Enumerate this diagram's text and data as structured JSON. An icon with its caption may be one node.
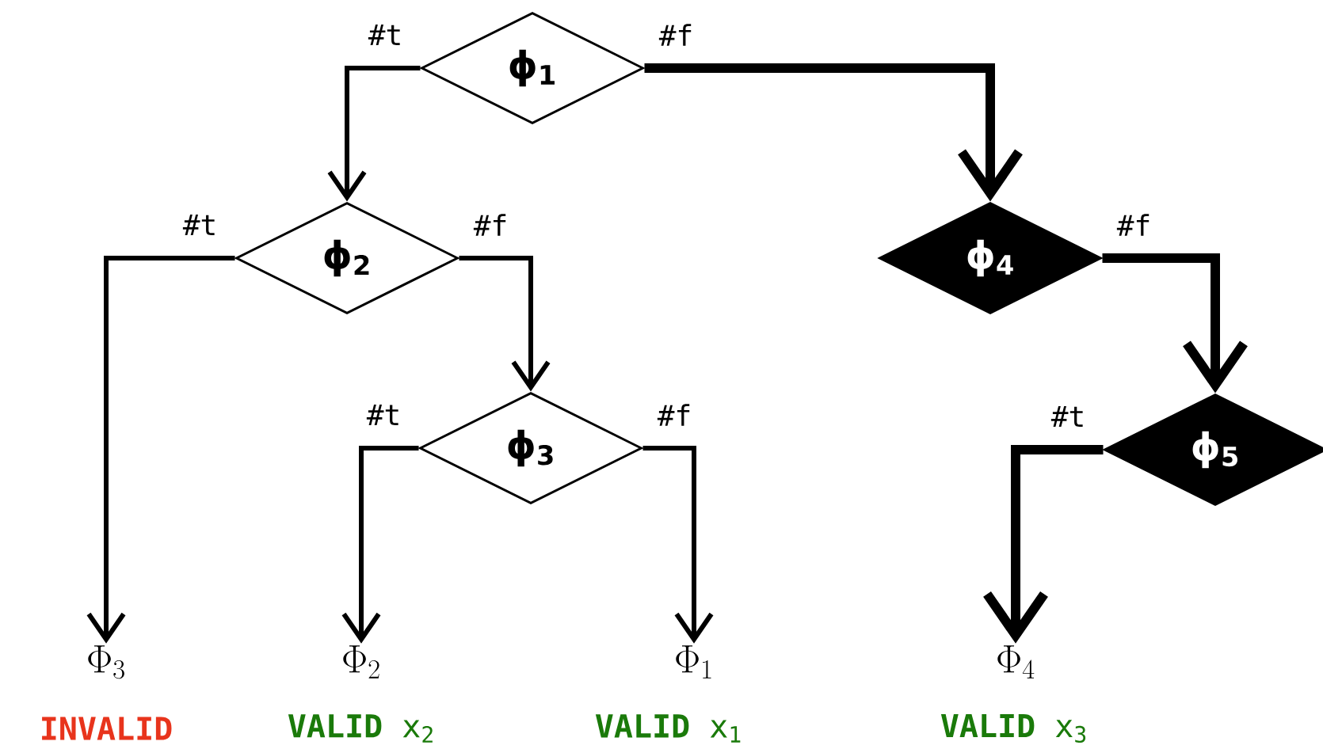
{
  "diagram": {
    "nodes": [
      {
        "text": [
          "ϕ$_{1}$"
        ]
      },
      {
        "text": [
          "ϕ$_{2}$"
        ]
      },
      {
        "text": [
          "ϕ$_{4}$"
        ]
      },
      {
        "text": [
          "ϕ$_{3}$"
        ]
      },
      {
        "text": [
          "ϕ$_{5}$"
        ]
      },
      {
        "text": [
          "\\Phi_{3}"
        ],
        "beside": [
          "INVALID"
        ]
      },
      {
        "text": [
          "\\Phi_{2}"
        ],
        "beside": [
          "**VALID** x$_{2}$"
        ]
      },
      {
        "text": [
          "\\Phi_{1}"
        ],
        "beside": [
          "**VALID** x$_{1}$"
        ]
      },
      {
        "text": [
          "\\Phi_{4}"
        ],
        "beside": [
          "**VALID** x$_{3}$"
        ]
      }
    ],
    "edges": [
      {
        "from": 0,
        "to": 1,
        "arrow": "to",
        "label": "#t"
      },
      {
        "from": 0,
        "to": 2,
        "arrow": "to",
        "label": "#f",
        "style": "thick"
      },
      {
        "from": 1,
        "to": 5,
        "arrow": "to",
        "label": "#t"
      },
      {
        "from": 1,
        "to": 3,
        "arrow": "to",
        "label": "#f"
      },
      {
        "from": 3,
        "to": 6,
        "arrow": "to",
        "label": "#t"
      },
      {
        "from": 3,
        "to": 7,
        "arrow": "to",
        "label": "#f"
      },
      {
        "from": 2,
        "to": 4,
        "arrow": "to",
        "label": "#f",
        "style": "thick"
      },
      {
        "from": 4,
        "to": 8,
        "arrow": "to",
        "label": "#t",
        "style": "thick"
      }
    ]
  }
}
